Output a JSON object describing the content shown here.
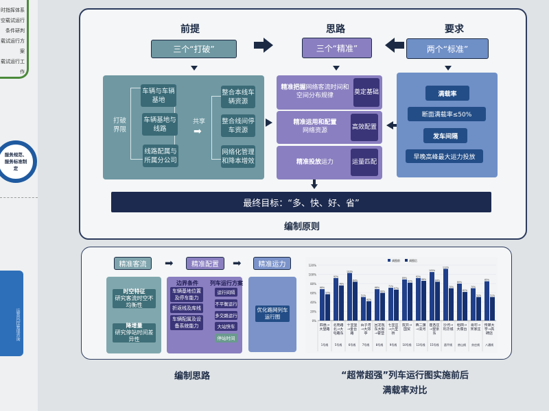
{
  "left_strip": {
    "list": [
      "时指挥体系",
      "空载试运行",
      "条件研判",
      "载试运行方案",
      "载试运行工作"
    ],
    "circle": "服务规范、服务标准制定",
    "card": "运营风控管理咨询"
  },
  "principles": {
    "headings": [
      "前提",
      "思路",
      "要求"
    ],
    "pills": [
      "三个“打破”",
      "三个“精准”",
      "两个“标准”"
    ],
    "break": {
      "label": "打破界限",
      "share": "共享",
      "left": [
        "车辆与车辆基地",
        "车辆基地与线路",
        "线路配属与所属分公司"
      ],
      "right": [
        "整合本线车辆资源",
        "整合线间停车资源",
        "网络化管理和降本增效"
      ]
    },
    "precise": [
      {
        "bold": "精准把握",
        "text": "网络客流时间和空间分布规律",
        "tag": "奠定基础"
      },
      {
        "bold": "精准运用和配置",
        "text": "网络资源",
        "tag": "高效配置"
      },
      {
        "bold": "精准投放",
        "text": "运力",
        "tag": "运量匹配"
      }
    ],
    "standards": [
      "满载率",
      "断面满载率≤50%",
      "发车间隔",
      "早晚高峰最大运力投放"
    ],
    "goal": "最终目标：“多、快、好、省”",
    "caption": "编制原则"
  },
  "flow": {
    "steps": [
      "精准客流",
      "精准配置",
      "精准运力"
    ],
    "col1": [
      {
        "title": "时空特征",
        "text": "研究客流时空不均衡性"
      },
      {
        "title": "降增量",
        "text": "研究停站时间差异性"
      }
    ],
    "col2_headers": [
      "边界条件",
      "列车运行方案"
    ],
    "boundary": [
      "车辆基地位置及停车能力",
      "折返线及库线",
      "车辆配属及设备系统能力"
    ],
    "plans": [
      "运行间隔",
      "不平衡运行",
      "多交路运行",
      "大站快车",
      "停站时间"
    ],
    "result": "优化路网列车运行图",
    "caption": "编制思路"
  },
  "chart_data": {
    "type": "bar",
    "title": "“超常超强”列车运行图实施前后满载率对比",
    "title_lines": [
      "“超常超强”列车运行图实施前后",
      "满载率对比"
    ],
    "legend": [
      "调图前",
      "调图后"
    ],
    "legend_position": "top",
    "ylim": [
      0,
      120
    ],
    "yticks": [
      "0%",
      "20%",
      "40%",
      "60%",
      "80%",
      "100%",
      "120%"
    ],
    "categories": [
      {
        "section": "四惠→大望路",
        "line": "1号线"
      },
      {
        "section": "北苑路北→大屯路东",
        "line": "5号线"
      },
      {
        "section": "十里堡→金台路",
        "line": "6号线"
      },
      {
        "section": "百子湾→大郊亭",
        "line": "7号线"
      },
      {
        "section": "回龙观东大街→霍营",
        "line": "8号线"
      },
      {
        "section": "七里庄→六里桥",
        "line": "9号线"
      },
      {
        "section": "双井→国贸",
        "line": "10号线"
      },
      {
        "section": "西二旗→清河",
        "line": "13号线"
      },
      {
        "section": "崔各庄→望京东",
        "line": "15号线"
      },
      {
        "section": "沙河→巩华城",
        "line": "昌平线"
      },
      {
        "section": "稻田→大葆台",
        "line": "房山线"
      },
      {
        "section": "肖村→宋家庄",
        "line": "亦庄线"
      },
      {
        "section": "传媒大学→高碑店",
        "line": "八通线"
      }
    ],
    "series": [
      {
        "name": "调图前",
        "values": [
          68,
          92,
          103,
          51,
          68,
          71,
          89,
          92,
          105,
          112,
          80,
          70,
          85
        ]
      },
      {
        "name": "调图后",
        "values": [
          57,
          76,
          84,
          42,
          60,
          67,
          82,
          86,
          84,
          70,
          62,
          51,
          51
        ]
      }
    ],
    "colors": [
      "#1f3f8a",
      "#163170"
    ]
  }
}
